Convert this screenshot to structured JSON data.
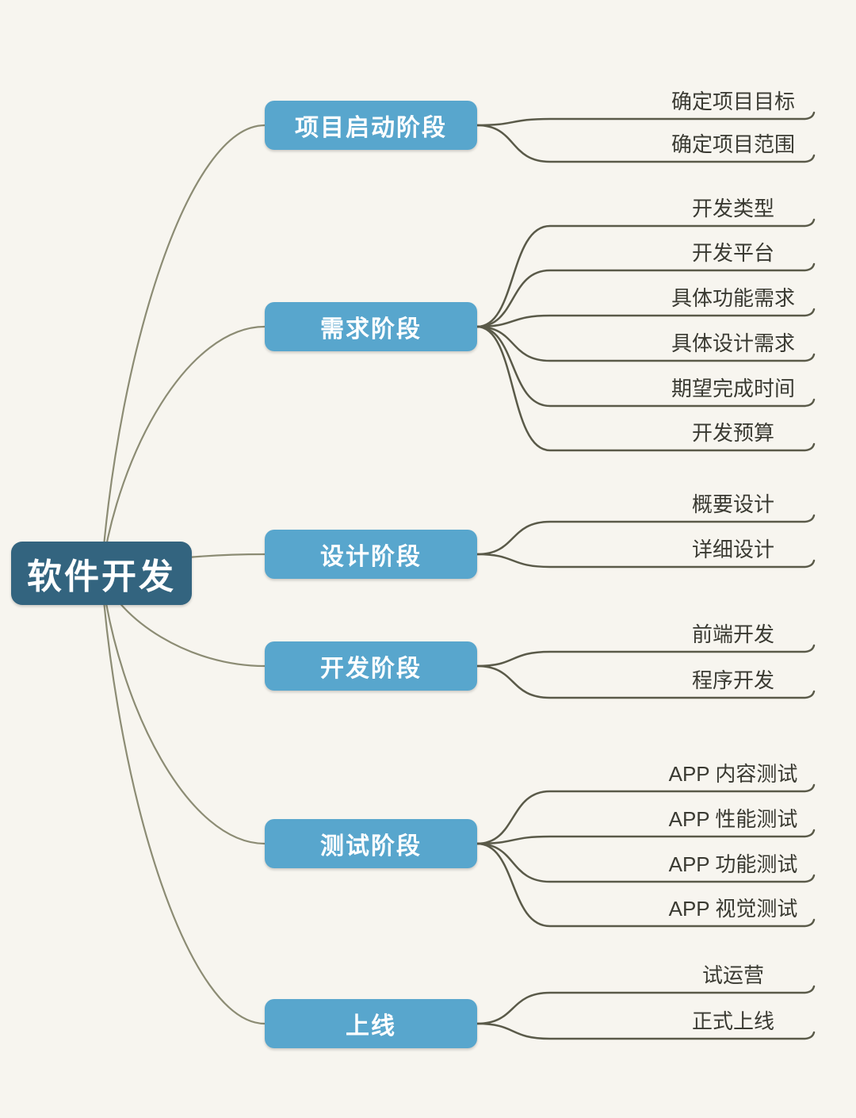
{
  "mindmap": {
    "root": {
      "label": "软件开发"
    },
    "branches": [
      {
        "label": "项目启动阶段",
        "children": [
          "确定项目目标",
          "确定项目范围"
        ]
      },
      {
        "label": "需求阶段",
        "children": [
          "开发类型",
          "开发平台",
          "具体功能需求",
          "具体设计需求",
          "期望完成时间",
          "开发预算"
        ]
      },
      {
        "label": "设计阶段",
        "children": [
          "概要设计",
          "详细设计"
        ]
      },
      {
        "label": "开发阶段",
        "children": [
          "前端开发",
          "程序开发"
        ]
      },
      {
        "label": "测试阶段",
        "children": [
          "APP 内容测试",
          "APP 性能测试",
          "APP 功能测试",
          "APP 视觉测试"
        ]
      },
      {
        "label": "上线",
        "children": [
          "试运营",
          "正式上线"
        ]
      }
    ],
    "colors": {
      "background": "#f7f5ef",
      "root_fill": "#33647f",
      "branch_fill": "#58a6cd",
      "root_connector": "#8c8c74",
      "leaf_connector": "#5a5a49",
      "leaf_text": "#3a3a32",
      "node_text": "#ffffff"
    }
  }
}
